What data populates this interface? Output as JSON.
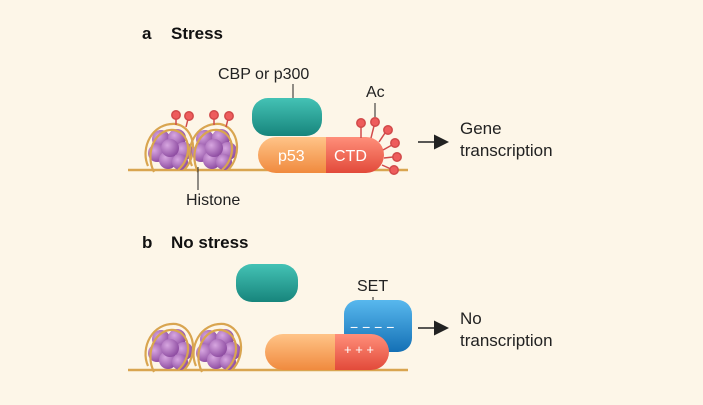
{
  "panel_a": {
    "letter": "a",
    "title": "Stress",
    "coactivator_label": "CBP or p300",
    "acetyl_label": "Ac",
    "p53_label": "p53",
    "ctd_label": "CTD",
    "histone_label": "Histone",
    "outcome_line1": "Gene",
    "outcome_line2": "transcription"
  },
  "panel_b": {
    "letter": "b",
    "title": "No stress",
    "set_label": "SET",
    "set_charge": "− − − −",
    "ctd_charge": "+ + +",
    "outcome_line1": "No",
    "outcome_line2": "transcription"
  },
  "colors": {
    "background": "#fdf6e8",
    "dna": "#d9a550",
    "histone": "#a869b8",
    "p53": "#f5a25a",
    "ctd": "#ef6650",
    "coactivator": "#2a9e94",
    "set": "#1f86c8",
    "acetyl": "#ee5c5c"
  }
}
